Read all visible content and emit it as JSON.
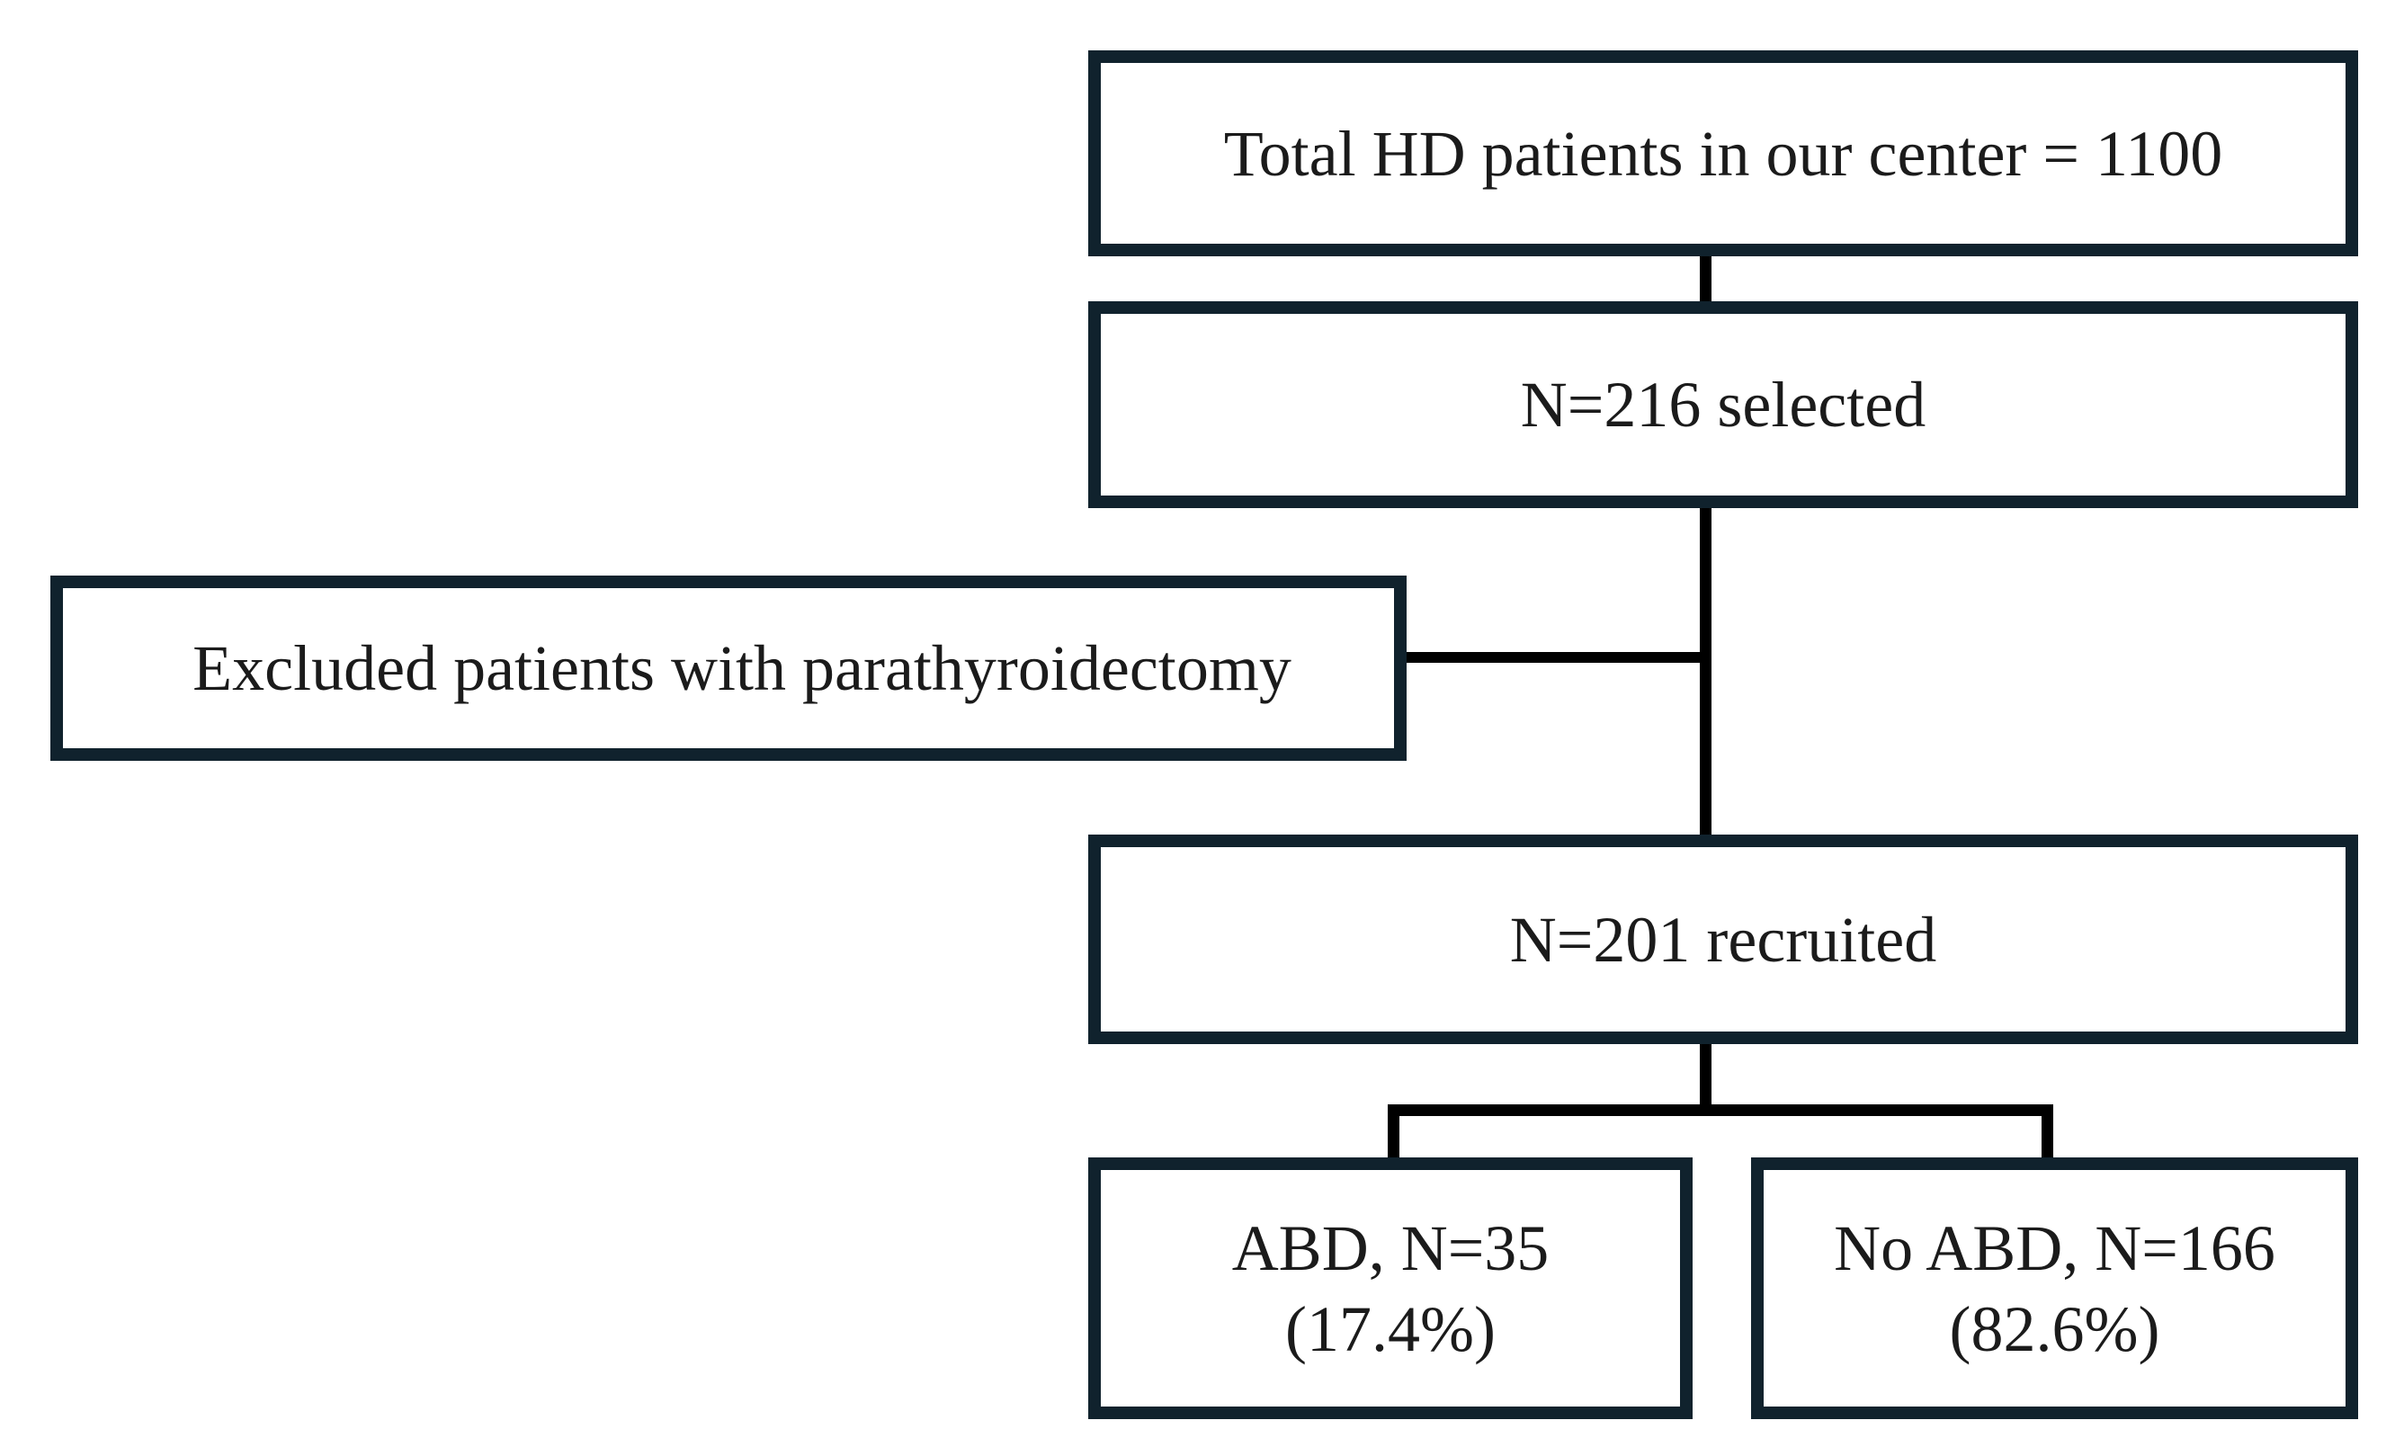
{
  "flowchart": {
    "total": {
      "label": "Total HD patients in our center = 1100"
    },
    "selected": {
      "label": "N=216 selected"
    },
    "excluded": {
      "label": "Excluded patients with parathyroidectomy"
    },
    "recruited": {
      "label": "N=201 recruited"
    },
    "abd": {
      "line1": "ABD, N=35",
      "line2": "(17.4%)"
    },
    "no_abd": {
      "line1": "No ABD, N=166",
      "line2": "(82.6%)"
    }
  },
  "colors": {
    "box_border": "#10222d",
    "connector": "#000000",
    "text": "#1b1b1b"
  }
}
